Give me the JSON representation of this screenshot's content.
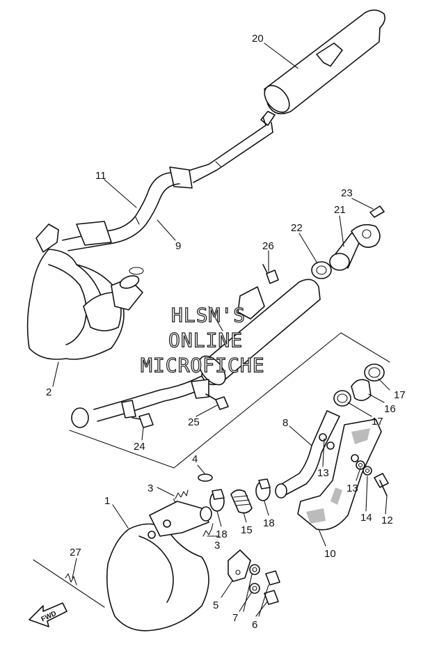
{
  "watermark": [
    "HLSM'S",
    "ONLINE",
    "MICROFICHE"
  ],
  "direction_label": "FWD",
  "callouts": {
    "c1": "1",
    "c2": "2",
    "c3a": "3",
    "c3b": "3",
    "c4": "4",
    "c5": "5",
    "c6": "6",
    "c7": "7",
    "c8": "8",
    "c9": "9",
    "c10": "10",
    "c11": "11",
    "c12": "12",
    "c13a": "13",
    "c13b": "13",
    "c14": "14",
    "c15": "15",
    "c16": "16",
    "c17a": "17",
    "c17b": "17",
    "c18a": "18",
    "c18b": "18",
    "c20": "20",
    "c21": "21",
    "c22": "22",
    "c23": "23",
    "c24": "24",
    "c25": "25",
    "c26": "26",
    "c27": "27"
  }
}
